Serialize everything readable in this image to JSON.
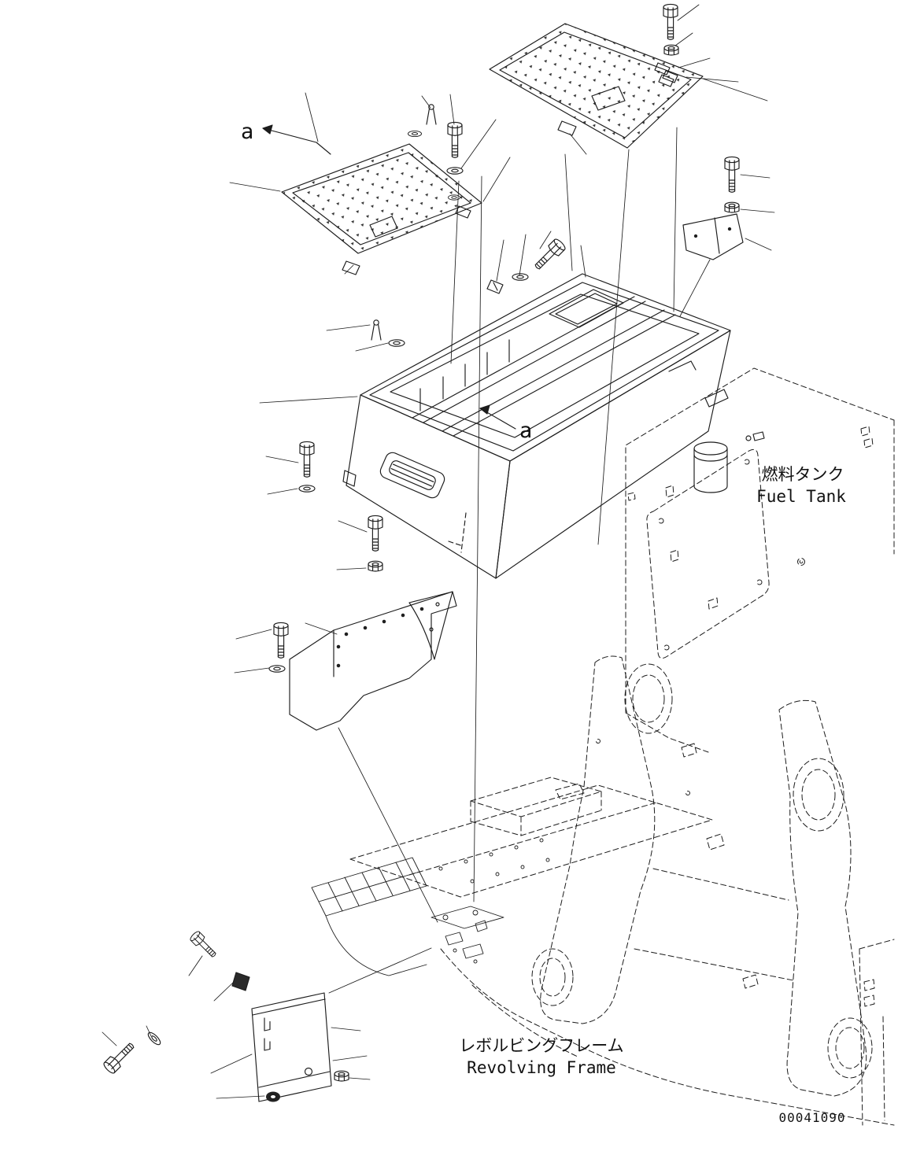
{
  "drawing": {
    "section_arrow_top": "a",
    "section_arrow_mid": "a",
    "fuel_tank_label_jp": "燃料タンク",
    "fuel_tank_label_en": "Fuel Tank",
    "revolving_frame_label_jp": "レボルビングフレーム",
    "revolving_frame_label_en": "Revolving Frame",
    "drawing_number": "00041090"
  }
}
